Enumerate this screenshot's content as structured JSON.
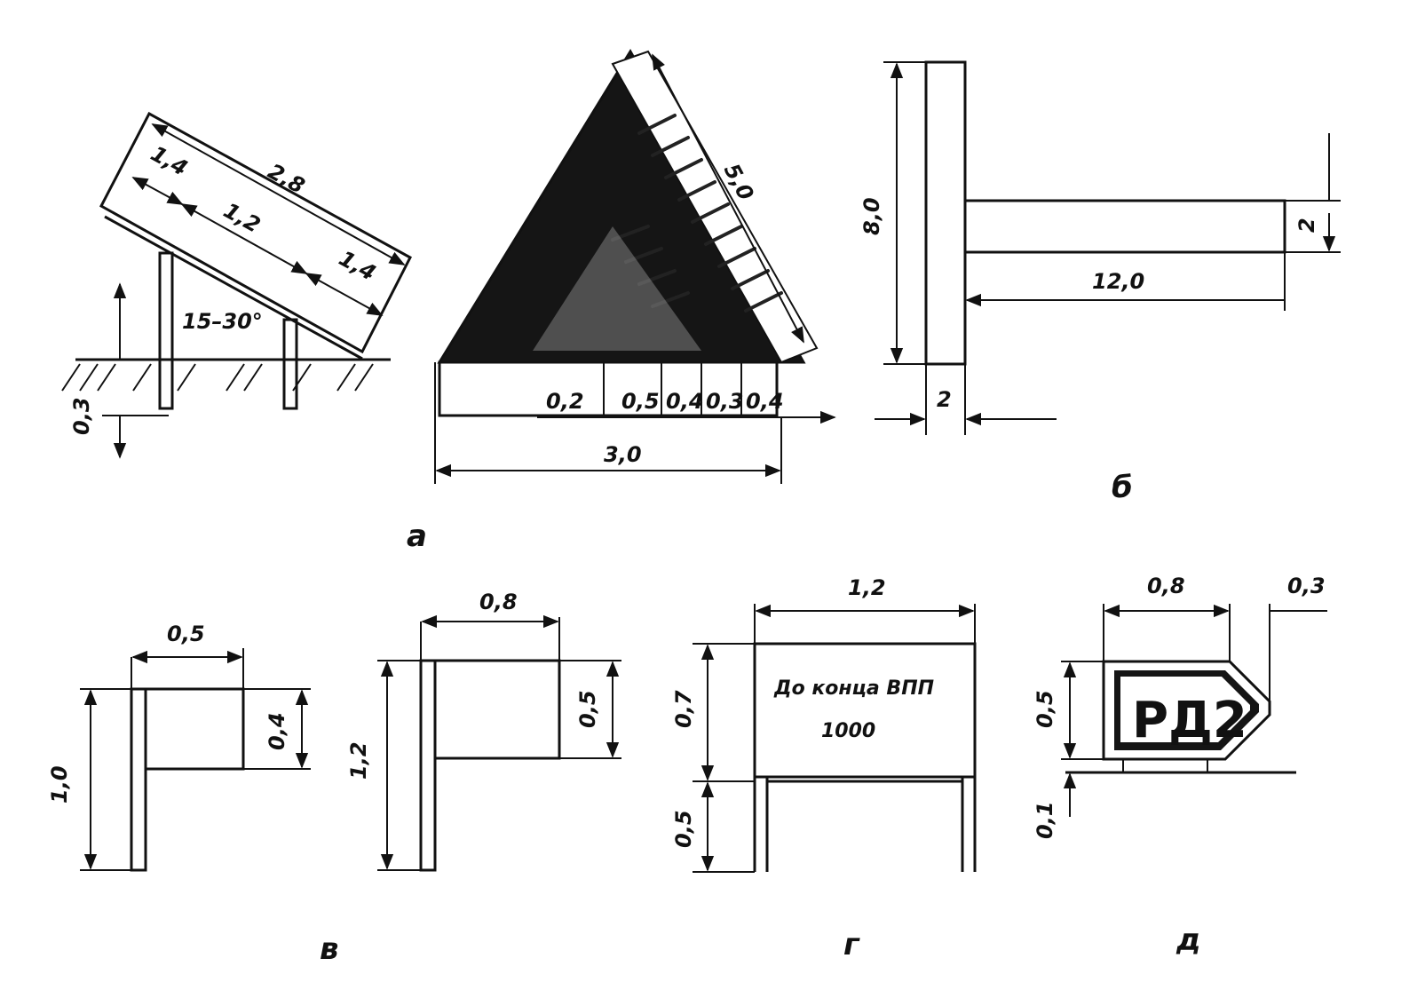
{
  "figure_a": {
    "caption": "а",
    "sloped_sign": {
      "dim_total": "2,8",
      "dim_left": "1,4",
      "dim_middle": "1,2",
      "dim_right": "1,4",
      "angle": "15–30°",
      "post_depth": "0,3"
    },
    "triangle": {
      "slant": "5,0",
      "base_total": "3,0",
      "band_widths": [
        "0,2",
        "0,5",
        "0,4",
        "0,3",
        "0,4"
      ]
    }
  },
  "figure_b": {
    "caption": "б",
    "vertical_length": "8,0",
    "bar_width_vertical": "2",
    "horizontal_length": "12,0",
    "bar_width_horizontal": "2"
  },
  "figure_v": {
    "caption": "в",
    "sign1": {
      "width": "0,5",
      "height": "1,0",
      "flag_height": "0,4"
    },
    "sign2": {
      "width": "0,8",
      "height": "1,2",
      "flag_height": "0,5"
    }
  },
  "figure_g": {
    "caption": "г",
    "width": "1,2",
    "panel_height": "0,7",
    "leg_height": "0,5",
    "text_line1": "До конца ВПП",
    "text_line2": "1000"
  },
  "figure_d": {
    "caption": "д",
    "width": "0,8",
    "tip_width": "0,3",
    "height": "0,5",
    "clearance": "0,1",
    "sign_text": "РД2"
  },
  "colors": {
    "ink": "#111111",
    "paper": "#ffffff",
    "fill_dark": "#151515"
  }
}
